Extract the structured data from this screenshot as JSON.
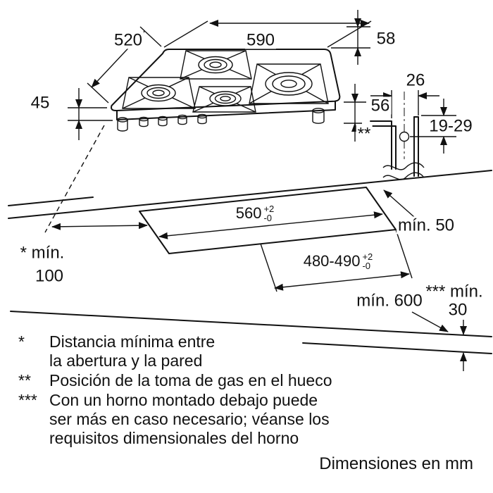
{
  "dims": {
    "hob_width": "590",
    "hob_depth": "520",
    "height_above": "58",
    "height_body": "45",
    "gas_height": "56",
    "gas_offset": "26",
    "gas_range": "19-29",
    "gas_marker": "**",
    "min_rear": "mín. 50",
    "min_wall_label": "* mín.",
    "min_wall_value": "100",
    "cutout_width": {
      "value": "560",
      "tol_plus": "+2",
      "tol_minus": "-0"
    },
    "cutout_depth": {
      "value": "480-490",
      "tol_plus": "+2",
      "tol_minus": "-0"
    },
    "min_front": "mín. 600",
    "min_thickness_label": "*** mín.",
    "min_thickness_value": "30"
  },
  "footnotes": [
    {
      "marker": "*",
      "lines": [
        "Distancia mínima entre",
        "la abertura y la pared"
      ]
    },
    {
      "marker": "**",
      "lines": [
        "Posición de la toma de gas en el hueco"
      ]
    },
    {
      "marker": "***",
      "lines": [
        "Con un horno montado debajo puede",
        "ser más en caso necesario; véanse los",
        "requisitos dimensionales del horno"
      ]
    }
  ],
  "units_note": "Dimensiones en mm"
}
